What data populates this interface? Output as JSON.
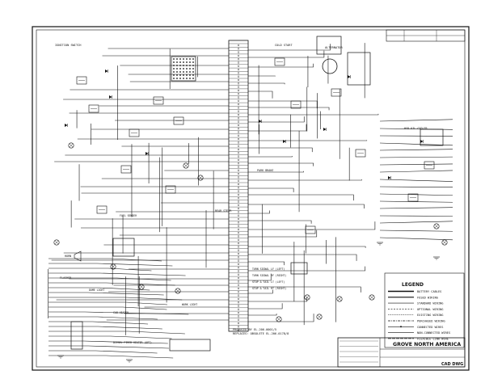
{
  "colors": {
    "paper": "#ffffff",
    "ink": "#111111",
    "grid": "#333333"
  },
  "title_block": {
    "company": "GROVE NORTH AMERICA",
    "sheet_code": "CAD DWG"
  },
  "notes": {
    "produced_by": "PRODUCED BY EL-206-0001/5",
    "replaces": "REPLACES: OBSOLETE EL-206-0178/8"
  },
  "legend": {
    "title": "LEGEND",
    "items": [
      "BATTERY CABLES",
      "FUSED WIRING",
      "STANDARD WIRING",
      "OPTIONAL WIRING",
      "EXISTING WIRING",
      "PURCHASED WIRING",
      "CONNECTED WIRES",
      "NON-CONNECTED WIRES",
      "FLEXIBLE LINK WIRE"
    ]
  },
  "labels": {
    "ignition_switch": "IGNITION SWITCH",
    "cold_start": "COLD START",
    "alternator": "ALTERNATOR",
    "hyd_oil_cooler": "HYD OIL COOLER",
    "park_brake": "PARK BRAKE",
    "rear_steer": "REAR STEER",
    "horn": "HORN",
    "turn_signal_lf": "TURN SIGNAL LF (LEFT)",
    "turn_signal_rf": "TURN SIGNAL RF (RIGHT)",
    "stop_tail_lf": "STOP & TAIL LT (LEFT)",
    "stop_tail_rt": "STOP & TAIL RT (RIGHT)",
    "flasher": "FLASHER",
    "cab_heater": "CAB HEATER",
    "diesel_heater": "DIESEL FIRED HEATER (OPT)",
    "dome_light": "DOME LIGHT",
    "work_light": "WORK LIGHT",
    "fuel_sender": "FUEL SENDER"
  }
}
